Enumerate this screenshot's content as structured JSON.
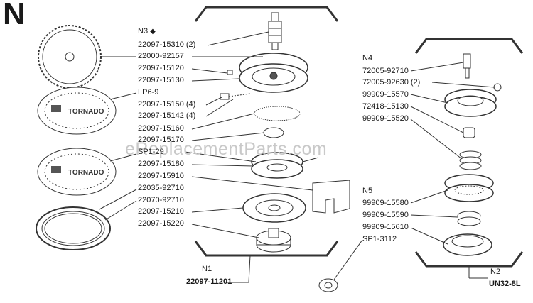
{
  "section_letter": "N",
  "watermark": "eReplacementParts.com",
  "groups": {
    "n3": {
      "label": "N3",
      "mark": "◆"
    },
    "n4": {
      "label": "N4"
    },
    "n5": {
      "label": "N5"
    },
    "n1": {
      "label": "N1",
      "part": "22097-11201"
    },
    "n2": {
      "label": "N2",
      "part": "UN32-8L"
    }
  },
  "left_parts": [
    "22097-15310 (2)",
    "22000-92157",
    "22097-15120",
    "22097-15130",
    "LP6-9",
    "22097-15150 (4)",
    "22097-15142 (4)",
    "22097-15160",
    "22097-15170",
    "SP1-29",
    "22097-15180",
    "22097-15910",
    "22035-92710",
    "22070-92710",
    "22097-15210",
    "22097-15220"
  ],
  "n4_parts": [
    "72005-92710",
    "72005-92630 (2)",
    "99909-15570",
    "72418-15130",
    "99909-15520"
  ],
  "n5_parts": [
    "99909-15580",
    "99909-15590",
    "99909-15610",
    "SP1-3112"
  ]
}
